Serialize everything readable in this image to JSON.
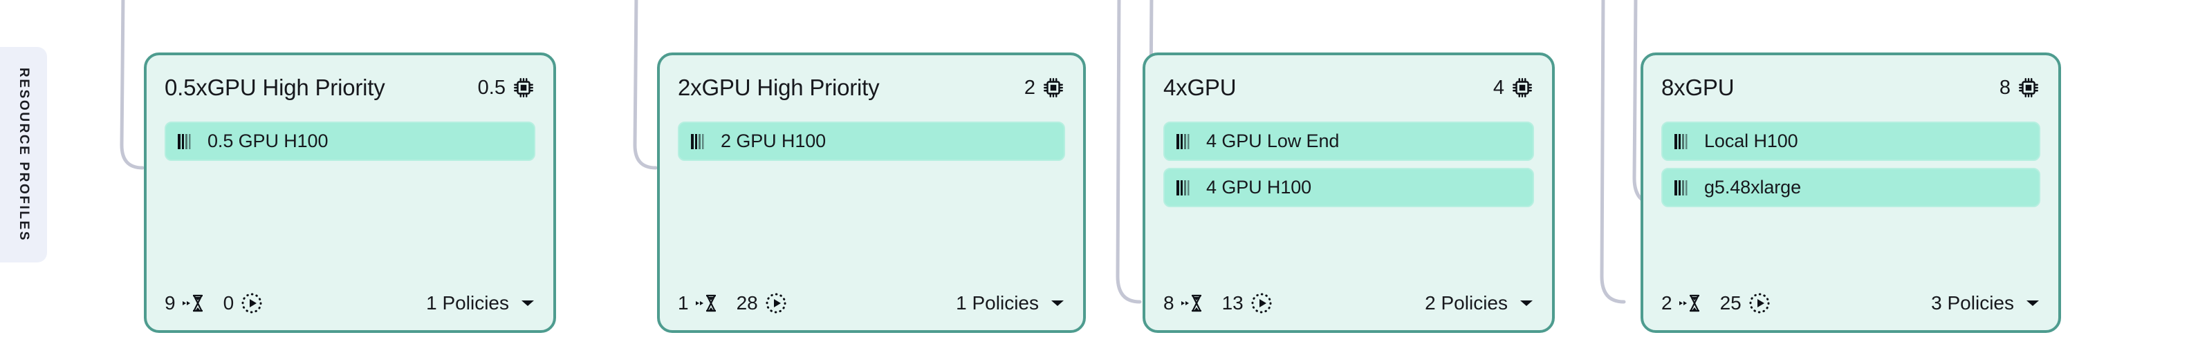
{
  "sidebar": {
    "label": "RESOURCE PROFILES"
  },
  "colors": {
    "card_border": "#4e9c8f",
    "card_fill": "#e4f5f1",
    "resource_chip": "#a5edda",
    "sidebar_fill": "#edf0f9",
    "edge_line": "#c4c6d4",
    "text": "#17181d"
  },
  "icons": {
    "chip": "cpu-chip-icon",
    "bars": "resource-bars-icon",
    "queued": "hourglass-arrows-icon",
    "running": "play-dotted-circle-icon",
    "caret": "chevron-down-icon"
  },
  "cards": [
    {
      "title": "0.5xGPU High Priority",
      "gpu_count": "0.5",
      "resources": [
        "0.5 GPU H100"
      ],
      "queued": "9",
      "running": "0",
      "policies": "1 Policies"
    },
    {
      "title": "2xGPU High Priority",
      "gpu_count": "2",
      "resources": [
        "2 GPU H100"
      ],
      "queued": "1",
      "running": "28",
      "policies": "1 Policies"
    },
    {
      "title": "4xGPU",
      "gpu_count": "4",
      "resources": [
        "4 GPU Low End",
        "4 GPU H100"
      ],
      "queued": "8",
      "running": "13",
      "policies": "2 Policies"
    },
    {
      "title": "8xGPU",
      "gpu_count": "8",
      "resources": [
        "Local H100",
        "g5.48xlarge"
      ],
      "queued": "2",
      "running": "25",
      "policies": "3 Policies"
    }
  ]
}
